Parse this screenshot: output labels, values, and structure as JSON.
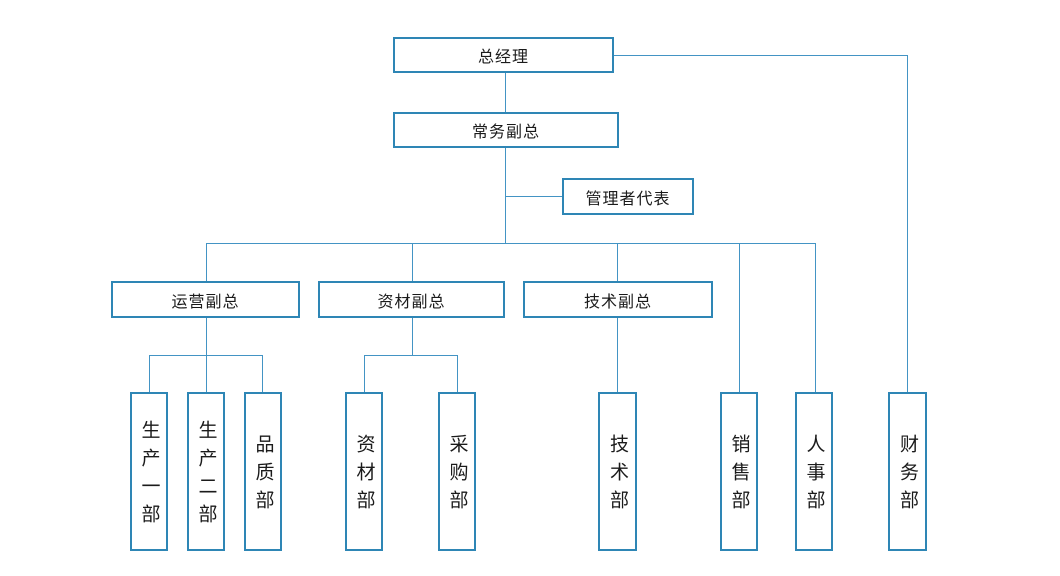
{
  "diagram": {
    "type": "org-chart",
    "box_border_color": "#2E86B5",
    "connector_color": "#4394C4",
    "text_color": "#1b1b1b",
    "background_color": "#ffffff",
    "nodes": {
      "general_manager": {
        "label": "总经理"
      },
      "executive_vp": {
        "label": "常务副总"
      },
      "management_rep": {
        "label": "管理者代表"
      },
      "operations_vp": {
        "label": "运营副总"
      },
      "materials_vp": {
        "label": "资材副总"
      },
      "technology_vp": {
        "label": "技术副总"
      },
      "production_dept_1": {
        "label": "生产一部"
      },
      "production_dept_2": {
        "label": "生产二部"
      },
      "quality_dept": {
        "label": "品质部"
      },
      "materials_dept": {
        "label": "资材部"
      },
      "purchasing_dept": {
        "label": "采购部"
      },
      "technology_dept": {
        "label": "技术部"
      },
      "sales_dept": {
        "label": "销售部"
      },
      "hr_dept": {
        "label": "人事部"
      },
      "finance_dept": {
        "label": "财务部"
      }
    },
    "edges": [
      {
        "from": "general_manager",
        "to": "executive_vp"
      },
      {
        "from": "general_manager",
        "to": "finance_dept"
      },
      {
        "from": "executive_vp",
        "to": "management_rep"
      },
      {
        "from": "executive_vp",
        "to": "operations_vp"
      },
      {
        "from": "executive_vp",
        "to": "materials_vp"
      },
      {
        "from": "executive_vp",
        "to": "technology_vp"
      },
      {
        "from": "executive_vp",
        "to": "sales_dept"
      },
      {
        "from": "executive_vp",
        "to": "hr_dept"
      },
      {
        "from": "operations_vp",
        "to": "production_dept_1"
      },
      {
        "from": "operations_vp",
        "to": "production_dept_2"
      },
      {
        "from": "operations_vp",
        "to": "quality_dept"
      },
      {
        "from": "materials_vp",
        "to": "materials_dept"
      },
      {
        "from": "materials_vp",
        "to": "purchasing_dept"
      },
      {
        "from": "technology_vp",
        "to": "technology_dept"
      }
    ]
  }
}
